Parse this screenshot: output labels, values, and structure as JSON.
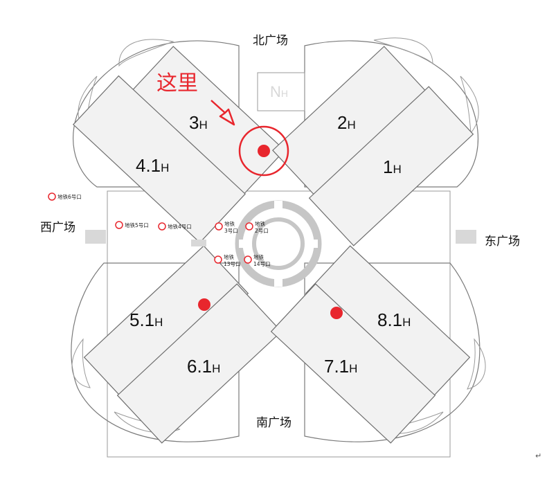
{
  "plazas": {
    "north": "北广场",
    "south": "南广场",
    "east": "东广场",
    "west": "西广场"
  },
  "halls": [
    {
      "id": "3",
      "num": "3",
      "suffix": "H"
    },
    {
      "id": "2",
      "num": "2",
      "suffix": "H"
    },
    {
      "id": "4-1",
      "num": "4.1",
      "suffix": "H"
    },
    {
      "id": "1",
      "num": "1",
      "suffix": "H"
    },
    {
      "id": "5-1",
      "num": "5.1",
      "suffix": "H"
    },
    {
      "id": "6-1",
      "num": "6.1",
      "suffix": "H"
    },
    {
      "id": "8-1",
      "num": "8.1",
      "suffix": "H"
    },
    {
      "id": "7-1",
      "num": "7.1",
      "suffix": "H"
    }
  ],
  "north_hall_label": {
    "num": "N",
    "suffix": "H"
  },
  "metro_exits": [
    {
      "id": "6",
      "label": "地铁6号口"
    },
    {
      "id": "5",
      "label": "地铁5号口"
    },
    {
      "id": "4",
      "label": "地铁4号口"
    },
    {
      "id": "3",
      "line1": "地铁",
      "line2": "3号口"
    },
    {
      "id": "2",
      "line1": "地铁",
      "line2": "2号口"
    },
    {
      "id": "13",
      "line1": "地铁",
      "line2": "13号口"
    },
    {
      "id": "14",
      "line1": "地铁",
      "line2": "14号口"
    }
  ],
  "marker": {
    "label": "这里"
  },
  "return_mark": "↵",
  "colors": {
    "accent_red": "#e8262d",
    "hall_fill": "#f2f2f2",
    "ring_gray": "#c6c6c6",
    "outline": "#7a7a7a"
  }
}
